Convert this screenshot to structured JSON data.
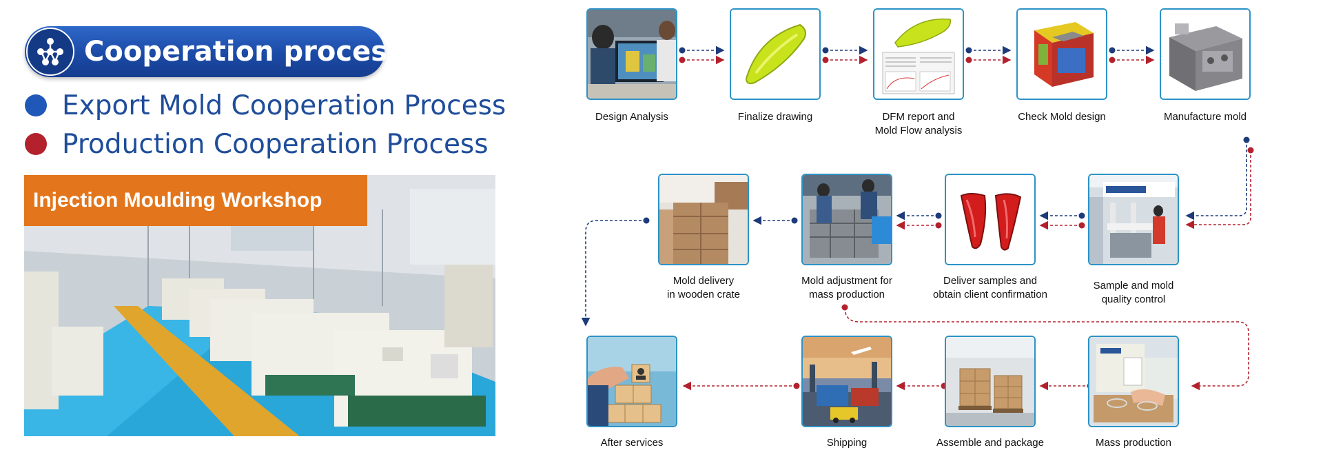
{
  "title": "Cooperation process",
  "legend": [
    {
      "label": "Export Mold Cooperation Process",
      "color": "#1f58b8"
    },
    {
      "label": "Production Cooperation Process",
      "color": "#b3212d"
    }
  ],
  "workshop": {
    "banner": "Injection Moulding Workshop"
  },
  "colors": {
    "blue_flow": "#1d3b7a",
    "red_flow": "#b3212d",
    "frame": "#2c93c6"
  },
  "steps": {
    "row1": [
      {
        "label": "Design Analysis"
      },
      {
        "label": "Finalize drawing"
      },
      {
        "label": "DFM report and\nMold Flow analysis"
      },
      {
        "label": "Check Mold design"
      },
      {
        "label": "Manufacture mold"
      }
    ],
    "row2": [
      {
        "label": "Mold delivery\nin wooden crate"
      },
      {
        "label": "Mold adjustment for\nmass production"
      },
      {
        "label": "Deliver samples and\nobtain client confirmation"
      },
      {
        "label": "Sample and mold\nquality control"
      }
    ],
    "row3": [
      {
        "label": "After services"
      },
      {
        "label": "Shipping"
      },
      {
        "label": "Assemble and package"
      },
      {
        "label": "Mass production"
      }
    ]
  },
  "icons": {
    "title_icon": "network-nodes-icon",
    "arrow_icon": "arrow-head-icon"
  }
}
